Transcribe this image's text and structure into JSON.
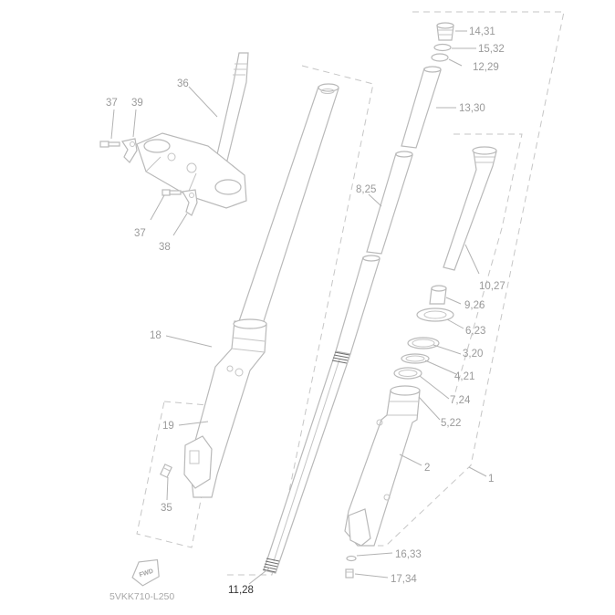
{
  "labels": {
    "l_14_31": "14,31",
    "l_15_32": "15,32",
    "l_12_29": "12,29",
    "l_13_30": "13,30",
    "l_8_25": "8,25",
    "l_10_27": "10,27",
    "l_9_26": "9,26",
    "l_6_23": "6,23",
    "l_3_20": "3,20",
    "l_4_21": "4,21",
    "l_7_24": "7,24",
    "l_5_22": "5,22",
    "l_2": "2",
    "l_1": "1",
    "l_16_33": "16,33",
    "l_17_34": "17,34",
    "l_11_28": "11,28",
    "l_36": "36",
    "l_37a": "37",
    "l_39": "39",
    "l_37b": "37",
    "l_38": "38",
    "l_18": "18",
    "l_19": "19",
    "l_35": "35"
  },
  "fwd_text": "FWD",
  "diagram_code": "5VKK710-L250",
  "colors": {
    "line": "#b9b9b9",
    "label": "#9a9a9a",
    "highlight_label": "#333333",
    "highlight_part": "#6e6e6e"
  }
}
